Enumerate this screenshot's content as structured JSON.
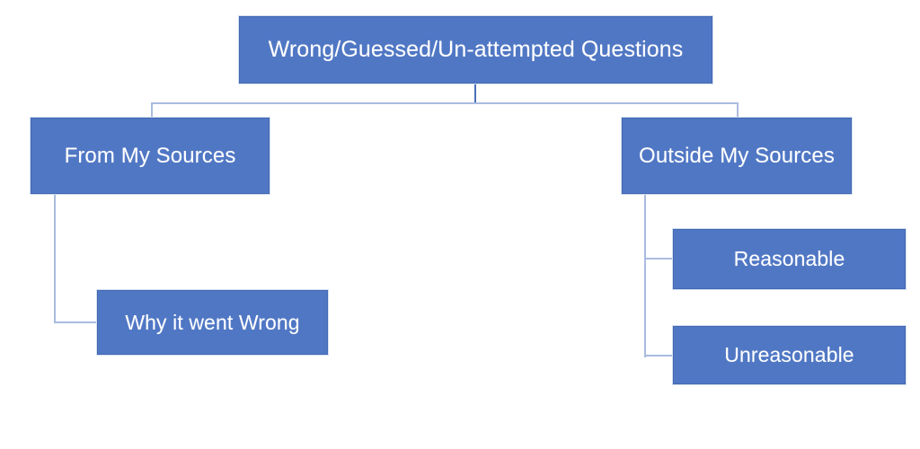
{
  "diagram": {
    "type": "hierarchy-tree",
    "title_node": "Wrong/Guessed/Un-attempted Questions",
    "colors": {
      "node_fill": "#5077c4",
      "node_border": "#4169b2",
      "node_text": "#ffffff",
      "connector": "#a9bbdf",
      "connector_accent": "#4a6fb8",
      "background": "#ffffff"
    },
    "nodes": {
      "root": {
        "label": "Wrong/Guessed/Un-attempted Questions"
      },
      "left_branch": {
        "label": "From My Sources"
      },
      "right_branch": {
        "label": "Outside My Sources"
      },
      "left_leaf": {
        "label": "Why it went Wrong"
      },
      "right_leaf_1": {
        "label": "Reasonable"
      },
      "right_leaf_2": {
        "label": "Unreasonable"
      }
    },
    "edges": [
      {
        "from": "root",
        "to": "left_branch"
      },
      {
        "from": "root",
        "to": "right_branch"
      },
      {
        "from": "left_branch",
        "to": "left_leaf"
      },
      {
        "from": "right_branch",
        "to": "right_leaf_1"
      },
      {
        "from": "right_branch",
        "to": "right_leaf_2"
      }
    ]
  }
}
